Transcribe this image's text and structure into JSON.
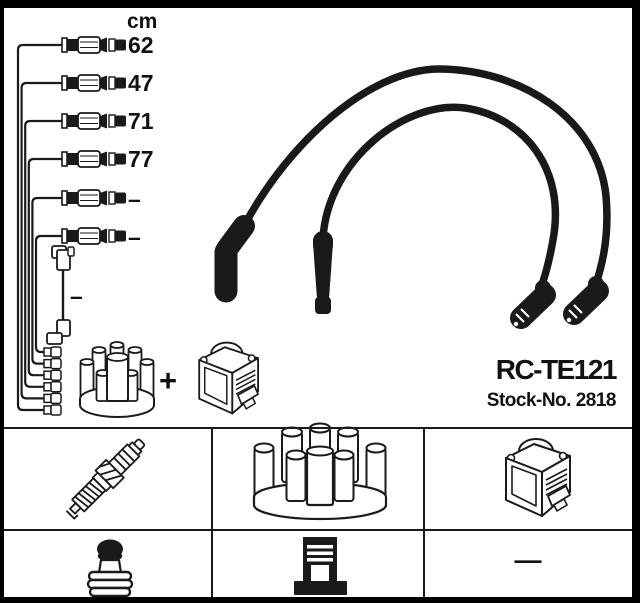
{
  "product": {
    "part_number": "RC-TE121",
    "stock_number_label": "Stock-No. 2818"
  },
  "measurements": {
    "unit_header": "cm",
    "rows": [
      {
        "label": "62"
      },
      {
        "label": "47"
      },
      {
        "label": "71"
      },
      {
        "label": "77"
      },
      {
        "label": "–"
      },
      {
        "label": "–"
      }
    ],
    "coil_wire_label": "–"
  },
  "kit_diagram": {
    "plus_sign": "+"
  },
  "legend_table": {
    "row1": [
      {
        "icon": "spark-plug-icon"
      },
      {
        "icon": "distributor-cap-icon"
      },
      {
        "icon": "ignition-coil-icon"
      }
    ],
    "row2": [
      {
        "icon": "plug-terminal-nut-icon"
      },
      {
        "icon": "distributor-terminal-icon"
      },
      {
        "icon": "none",
        "label": "—"
      }
    ]
  },
  "colors": {
    "ink": "#1a1a1a",
    "background": "#ffffff"
  }
}
